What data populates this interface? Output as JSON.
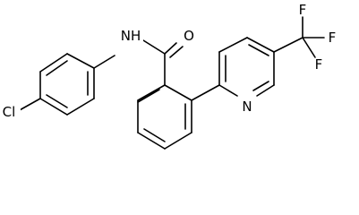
{
  "molecule": {
    "atoms": {
      "nh": "NH",
      "o": "O",
      "cl": "Cl",
      "n_ring": "N",
      "f1": "F",
      "f2": "F",
      "f3": "F"
    },
    "bond_color": "#000000",
    "label_color": "#000000",
    "background": "#ffffff"
  }
}
